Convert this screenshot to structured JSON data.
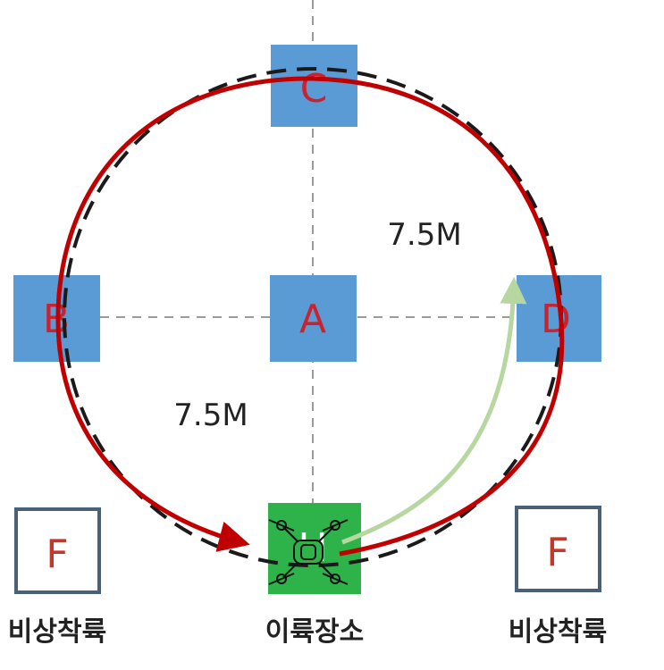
{
  "pads": {
    "c": "C",
    "a": "A",
    "b": "B",
    "d": "D",
    "h": "H"
  },
  "distance_labels": {
    "upper": "7.5M",
    "lower": "7.5M"
  },
  "emergency": {
    "left_letter": "F",
    "right_letter": "F"
  },
  "captions": {
    "left": "비상착륙",
    "center": "이륙장소",
    "right": "비상착륙"
  },
  "colors": {
    "pad_blue": "#5b9bd5",
    "pad_letter": "#c8242f",
    "takeoff_green": "#2db34a",
    "flight_path_red": "#c00000",
    "approach_path_green": "#b7d7a0",
    "dashed_circle": "#1a1a1a",
    "emergency_border": "#4a6076"
  },
  "icons": {
    "drone": "drone-icon"
  }
}
